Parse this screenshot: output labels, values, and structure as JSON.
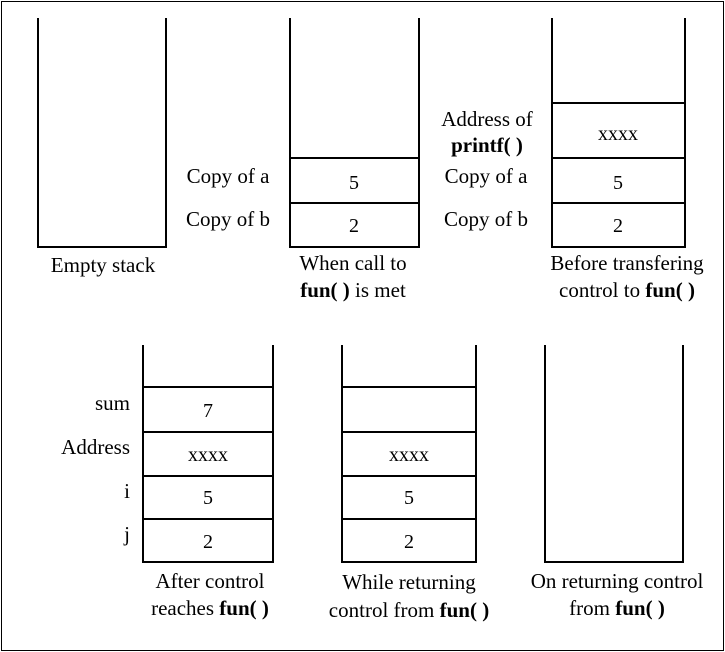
{
  "stacks": {
    "empty": {
      "caption": "Empty stack"
    },
    "call": {
      "caption_line1": "When call to",
      "caption_bold": "fun( )",
      "caption_rest": " is met",
      "labels": [
        "Copy of a",
        "Copy of b"
      ],
      "cells": [
        "5",
        "2"
      ]
    },
    "before": {
      "caption_line1": "Before transfering",
      "caption_prefix": "control to ",
      "caption_bold": "fun( )",
      "label_address_line1": "Address of",
      "label_address_line2": "printf( )",
      "labels": [
        "Copy of a",
        "Copy of b"
      ],
      "cells": [
        "xxxx",
        "5",
        "2"
      ]
    },
    "after": {
      "caption_line1": "After control",
      "caption_prefix": "reaches ",
      "caption_bold": "fun( )",
      "labels": [
        "sum",
        "Address",
        "i",
        "j"
      ],
      "cells": [
        "7",
        "xxxx",
        "5",
        "2"
      ]
    },
    "returning": {
      "caption_line1": "While returning",
      "caption_prefix": "control from ",
      "caption_bold": "fun( )",
      "cells": [
        "",
        "xxxx",
        "5",
        "2"
      ]
    },
    "returned": {
      "caption_line1": "On returning control",
      "caption_prefix": "from ",
      "caption_bold": "fun( )"
    }
  }
}
